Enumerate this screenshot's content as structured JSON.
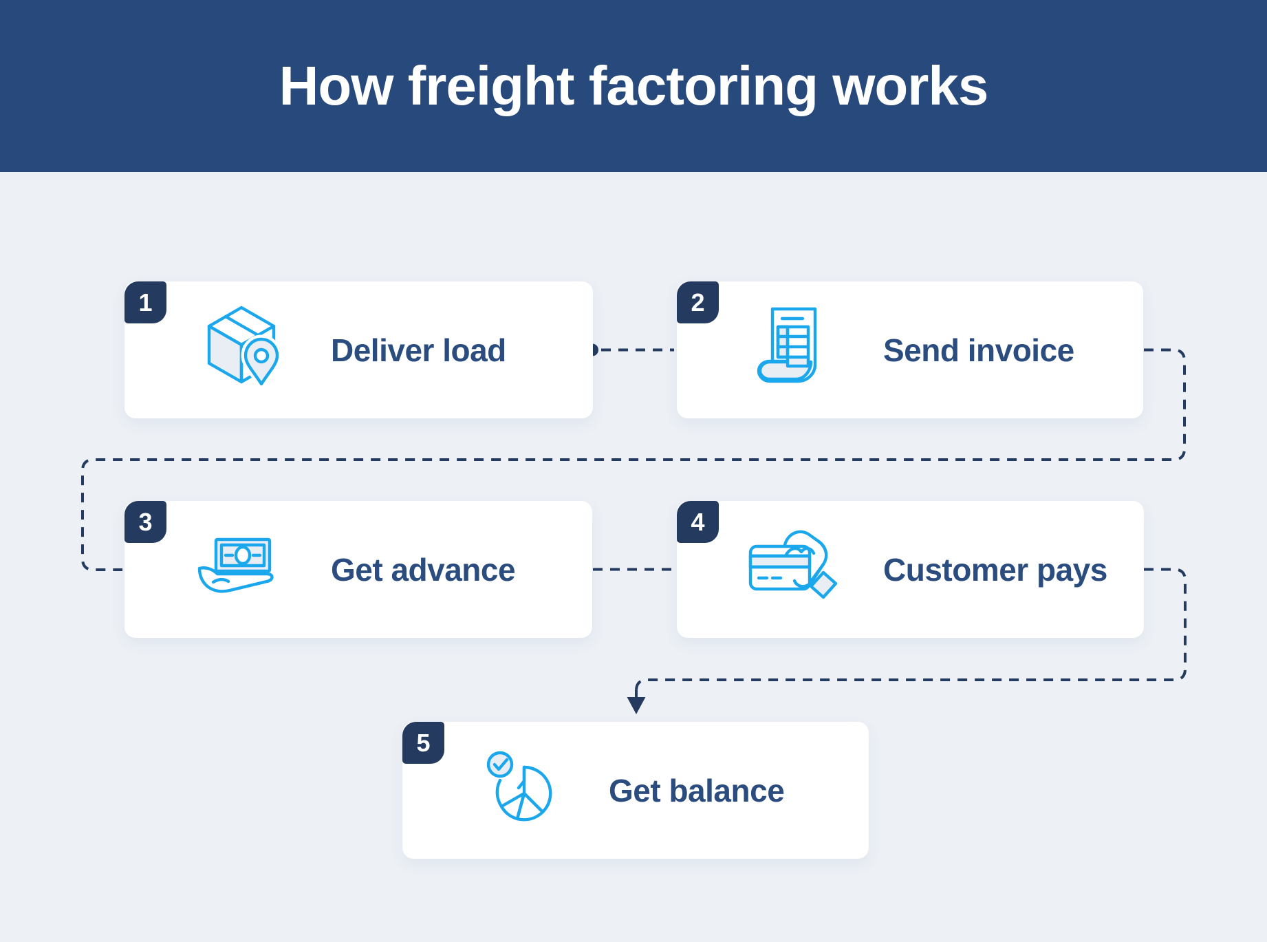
{
  "header": {
    "title": "How freight factoring works"
  },
  "steps": [
    {
      "number": "1",
      "label": "Deliver load",
      "icon": "package-delivery-pin-icon"
    },
    {
      "number": "2",
      "label": "Send invoice",
      "icon": "invoice-document-icon"
    },
    {
      "number": "3",
      "label": "Get advance",
      "icon": "hand-holding-money-icon"
    },
    {
      "number": "4",
      "label": "Customer pays",
      "icon": "hand-credit-card-icon"
    },
    {
      "number": "5",
      "label": "Get balance",
      "icon": "pie-chart-check-icon"
    }
  ],
  "colors": {
    "header_bg": "#27497B",
    "page_bg": "#EDF1F6",
    "card_bg": "#FFFFFF",
    "badge_bg": "#243A5E",
    "label_text": "#2B4C7E",
    "title_text": "#FFFFFF",
    "icon_stroke": "#1BA7EC",
    "icon_fill_light": "#E9EEF5",
    "connector": "#243A5E"
  }
}
